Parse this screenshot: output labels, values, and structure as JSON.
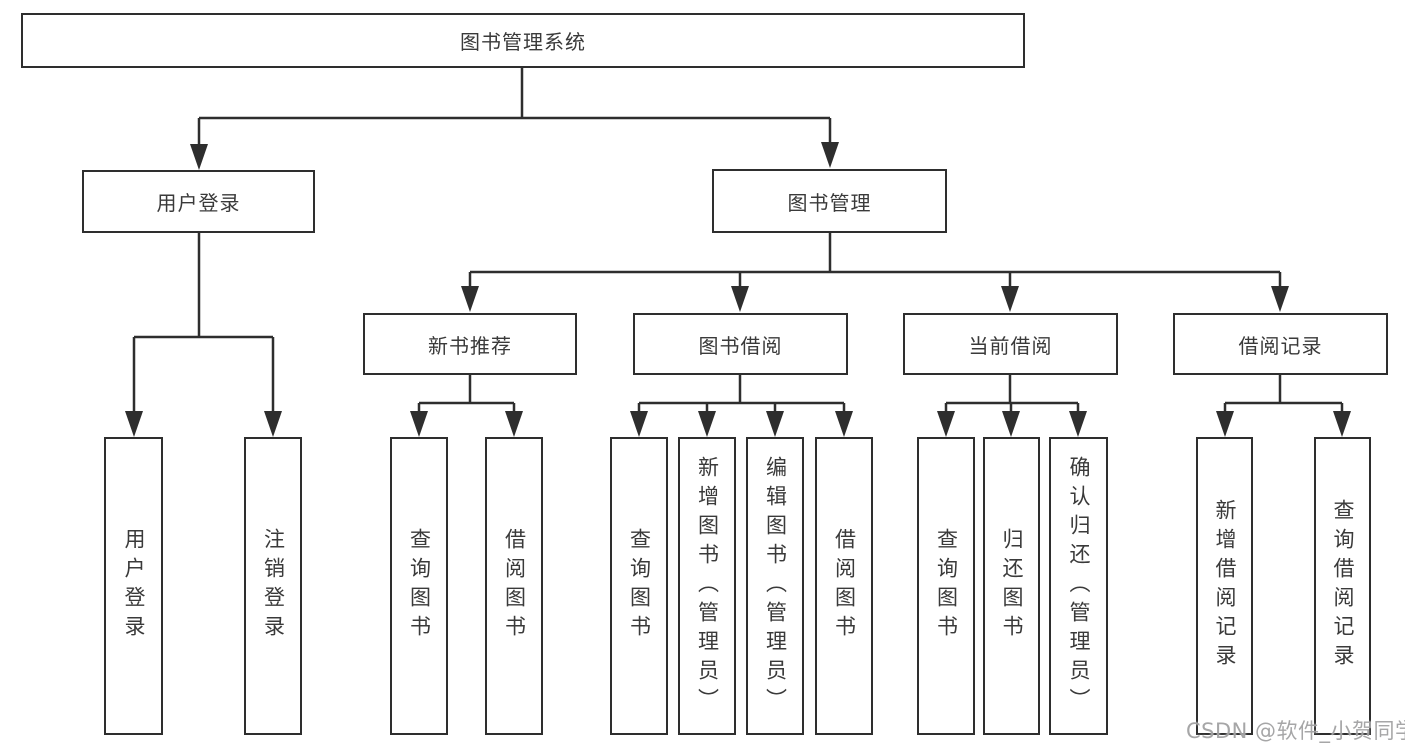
{
  "diagram": {
    "root": {
      "label": "图书管理系统"
    },
    "branches": [
      {
        "label": "用户登录",
        "children": [
          {
            "label": "用户登录"
          },
          {
            "label": "注销登录"
          }
        ]
      },
      {
        "label": "图书管理",
        "children": [
          {
            "label": "新书推荐",
            "children": [
              {
                "label": "查询图书"
              },
              {
                "label": "借阅图书"
              }
            ]
          },
          {
            "label": "图书借阅",
            "children": [
              {
                "label": "查询图书"
              },
              {
                "label": "新增图书（管理员）"
              },
              {
                "label": "编辑图书（管理员）"
              },
              {
                "label": "借阅图书"
              }
            ]
          },
          {
            "label": "当前借阅",
            "children": [
              {
                "label": "查询图书"
              },
              {
                "label": "归还图书"
              },
              {
                "label": "确认归还（管理员）"
              }
            ]
          },
          {
            "label": "借阅记录",
            "children": [
              {
                "label": "新增借阅记录"
              },
              {
                "label": "查询借阅记录"
              }
            ]
          }
        ]
      }
    ]
  },
  "watermark": {
    "text": "CSDN @软件_小贺同学"
  },
  "colors": {
    "line": "#2e2e2e",
    "text": "#3a3a3a",
    "watermark": "#9e9ea0",
    "background": "#ffffff"
  }
}
